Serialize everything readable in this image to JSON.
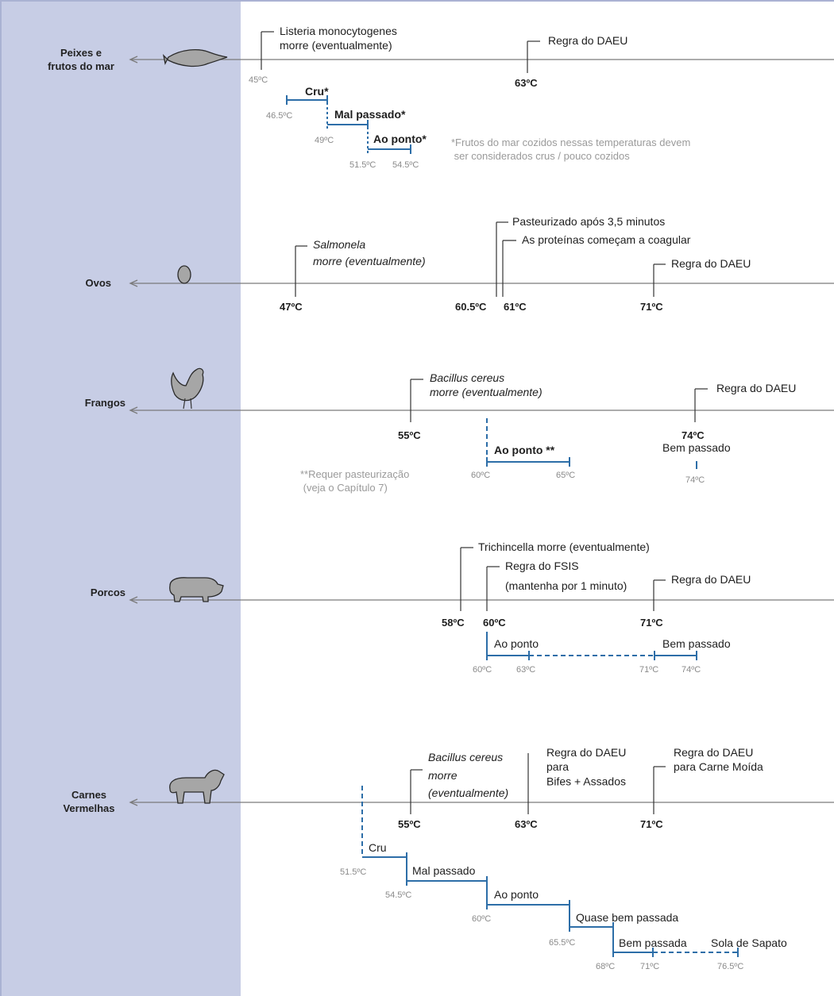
{
  "categories": {
    "fish": "Peixes e\nfrutos do mar",
    "eggs": "Ovos",
    "chicken": "Frangos",
    "pork": "Porcos",
    "beef": "Carnes\nVermelhas"
  },
  "fish": {
    "listeria": "Listeria monocytogenes\nmorre (eventualmente)",
    "t45": "45ºC",
    "daeu": "Regra do DAEU",
    "t63": "63ºC",
    "cru": "Cru*",
    "t46_5": "46.5ºC",
    "mal": "Mal passado*",
    "t49": "49ºC",
    "ponto": "Ao ponto*",
    "t51_5": "51.5ºC",
    "t54_5": "54.5ºC",
    "note": "*Frutos do mar cozidos nessas temperaturas devem\n ser considerados crus / pouco cozidos"
  },
  "eggs": {
    "salmonela": "Salmonela",
    "salmonela_2": "morre (eventualmente)",
    "t47": "47ºC",
    "pasteur": "Pasteurizado após 3,5 minutos",
    "proteins": "As proteínas começam a coagular",
    "t60_5": "60.5ºC",
    "t61": "61ºC",
    "daeu": "Regra do DAEU",
    "t71": "71ºC"
  },
  "chicken": {
    "bacillus": "Bacillus cereus\nmorre (eventualmente)",
    "t55": "55ºC",
    "daeu": "Regra do DAEU",
    "t74": "74ºC",
    "bem": "Bem passado",
    "ponto": "Ao ponto **",
    "t60": "60ºC",
    "t65": "65ºC",
    "t74g": "74ºC",
    "note": "**Requer pasteurização\n  (veja o Capítulo 7)"
  },
  "pork": {
    "trich": "Trichincella morre (eventualmente)",
    "fsis": "Regra do FSIS",
    "fsis_2": "(mantenha por 1 minuto)",
    "daeu": "Regra do DAEU",
    "t58": "58ºC",
    "t60": "60ºC",
    "t71": "71ºC",
    "ponto": "Ao ponto",
    "bem": "Bem passado",
    "t60g": "60ºC",
    "t63g": "63ºC",
    "t71g": "71ºC",
    "t74g": "74ºC"
  },
  "beef": {
    "bacillus_1": "Bacillus cereus",
    "bacillus_2": "morre",
    "bacillus_3": "(eventualmente)",
    "daeu1": "Regra do DAEU\npara\nBifes + Assados",
    "daeu2": "Regra do DAEU\npara Carne Moída",
    "t55": "55ºC",
    "t63": "63ºC",
    "t71": "71ºC",
    "cru": "Cru",
    "t51_5": "51.5ºC",
    "mal": "Mal passado",
    "t54_5": "54.5ºC",
    "ponto": "Ao ponto",
    "t60": "60ºC",
    "quase": "Quase bem passada",
    "t65_5": "65.5ºC",
    "bem": "Bem passada",
    "sola": "Sola de Sapato",
    "t68": "68ºC",
    "t71g": "71ºC",
    "t76_5": "76.5ºC"
  }
}
